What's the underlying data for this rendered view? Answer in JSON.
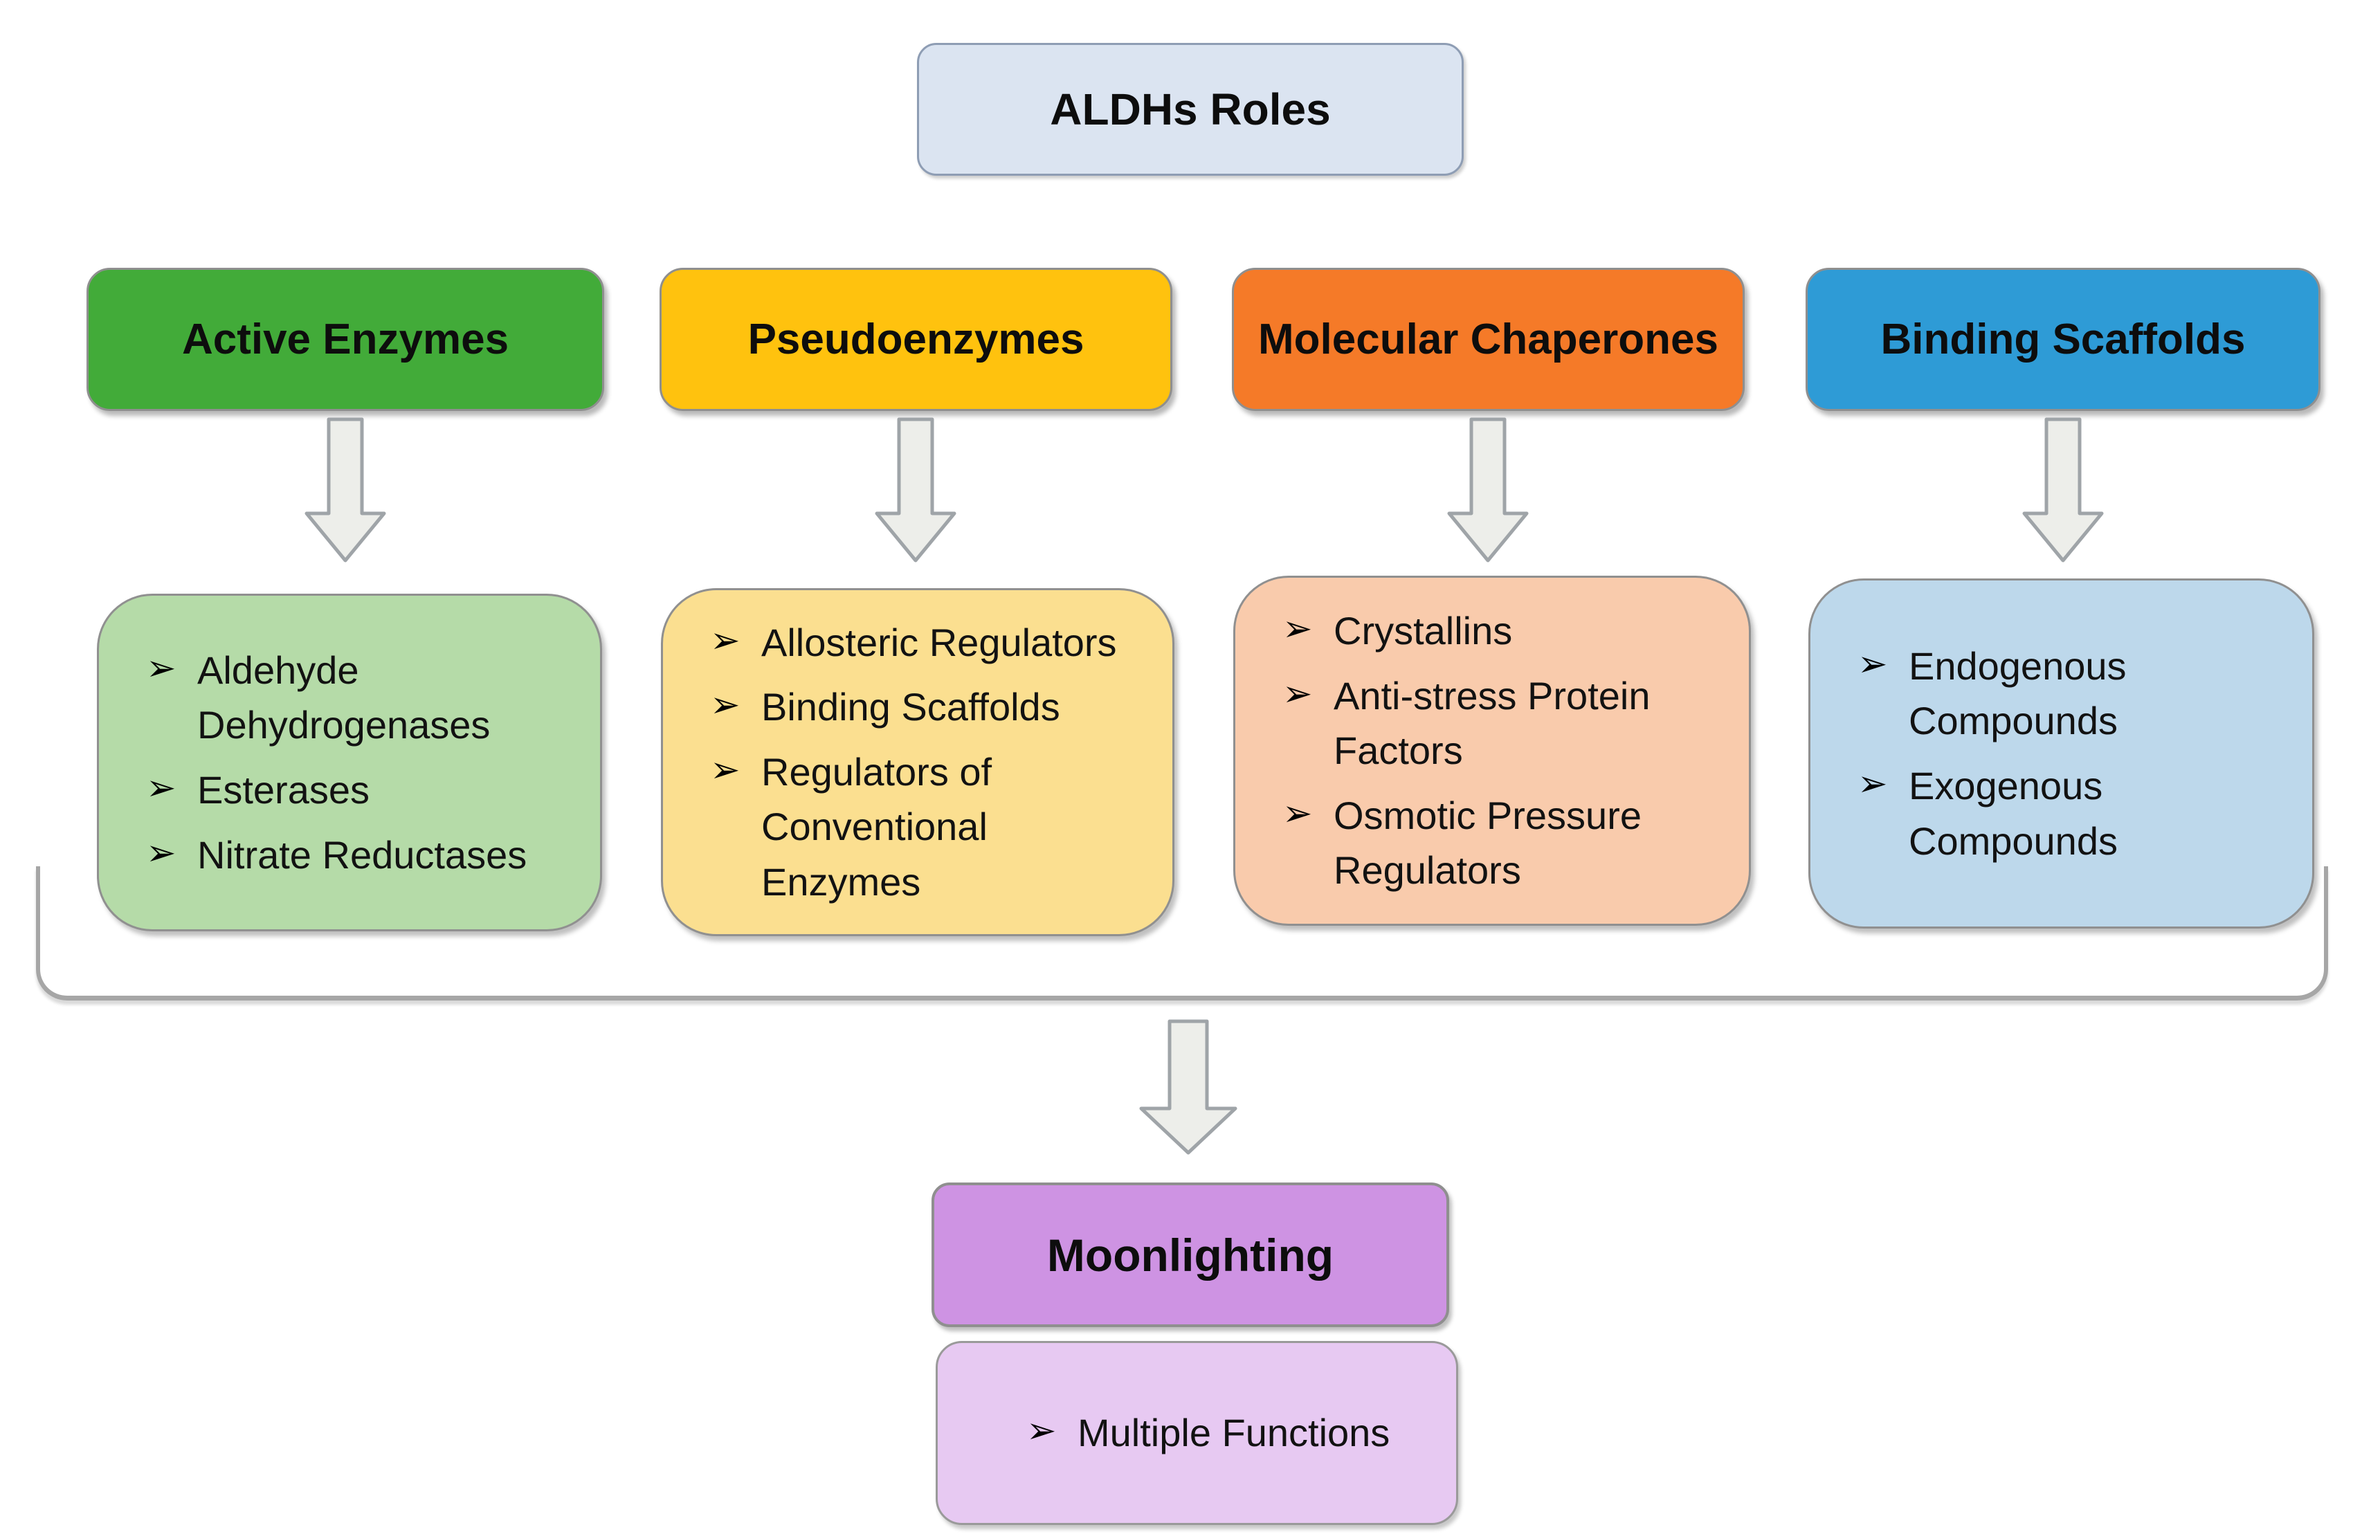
{
  "diagram": {
    "title": "ALDHs Roles",
    "bullet_glyph": "➢",
    "columns": [
      {
        "header": "Active Enzymes",
        "header_color": "#42AB39",
        "body_color": "#B5DBA8",
        "items": [
          "Aldehyde\nDehydrogenases",
          "Esterases",
          "Nitrate Reductases"
        ]
      },
      {
        "header": "Pseudoenzymes",
        "header_color": "#FFC20E",
        "body_color": "#FBDF90",
        "items": [
          "Allosteric Regulators",
          "Binding Scaffolds",
          "Regulators of\nConventional\nEnzymes"
        ]
      },
      {
        "header": "Molecular Chaperones",
        "header_color": "#F57A28",
        "body_color": "#F9CBAC",
        "items": [
          "Crystallins",
          "Anti-stress Protein\nFactors",
          "Osmotic Pressure\nRegulators"
        ]
      },
      {
        "header": "Binding Scaffolds",
        "header_color": "#2E9BD6",
        "body_color": "#BDD8EB",
        "items": [
          "Endogenous\nCompounds",
          "Exogenous\nCompounds"
        ]
      }
    ],
    "result": {
      "label": "Moonlighting",
      "color": "#CE93E3"
    },
    "result_detail": {
      "items": [
        "Multiple Functions"
      ],
      "color": "#E7C9F2"
    },
    "colors": {
      "title_bg": "#DBE4F1",
      "arrow_fill": "#EDEEEA",
      "arrow_stroke": "#9FA4A8",
      "bracket": "#A6A6A6",
      "text": "#0D0D0D"
    }
  }
}
